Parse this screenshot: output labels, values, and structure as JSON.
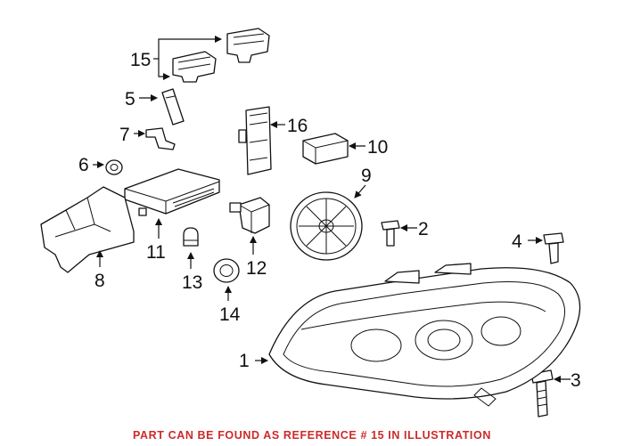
{
  "callouts": [
    "1",
    "2",
    "3",
    "4",
    "5",
    "6",
    "7",
    "8",
    "9",
    "10",
    "11",
    "12",
    "13",
    "14",
    "15",
    "16"
  ],
  "footer": {
    "note": "PART CAN BE FOUND AS REFERENCE # 15 IN ILLUSTRATION"
  },
  "colors": {
    "line": "#111111",
    "note": "#cc2a2a",
    "background": "#ffffff"
  }
}
